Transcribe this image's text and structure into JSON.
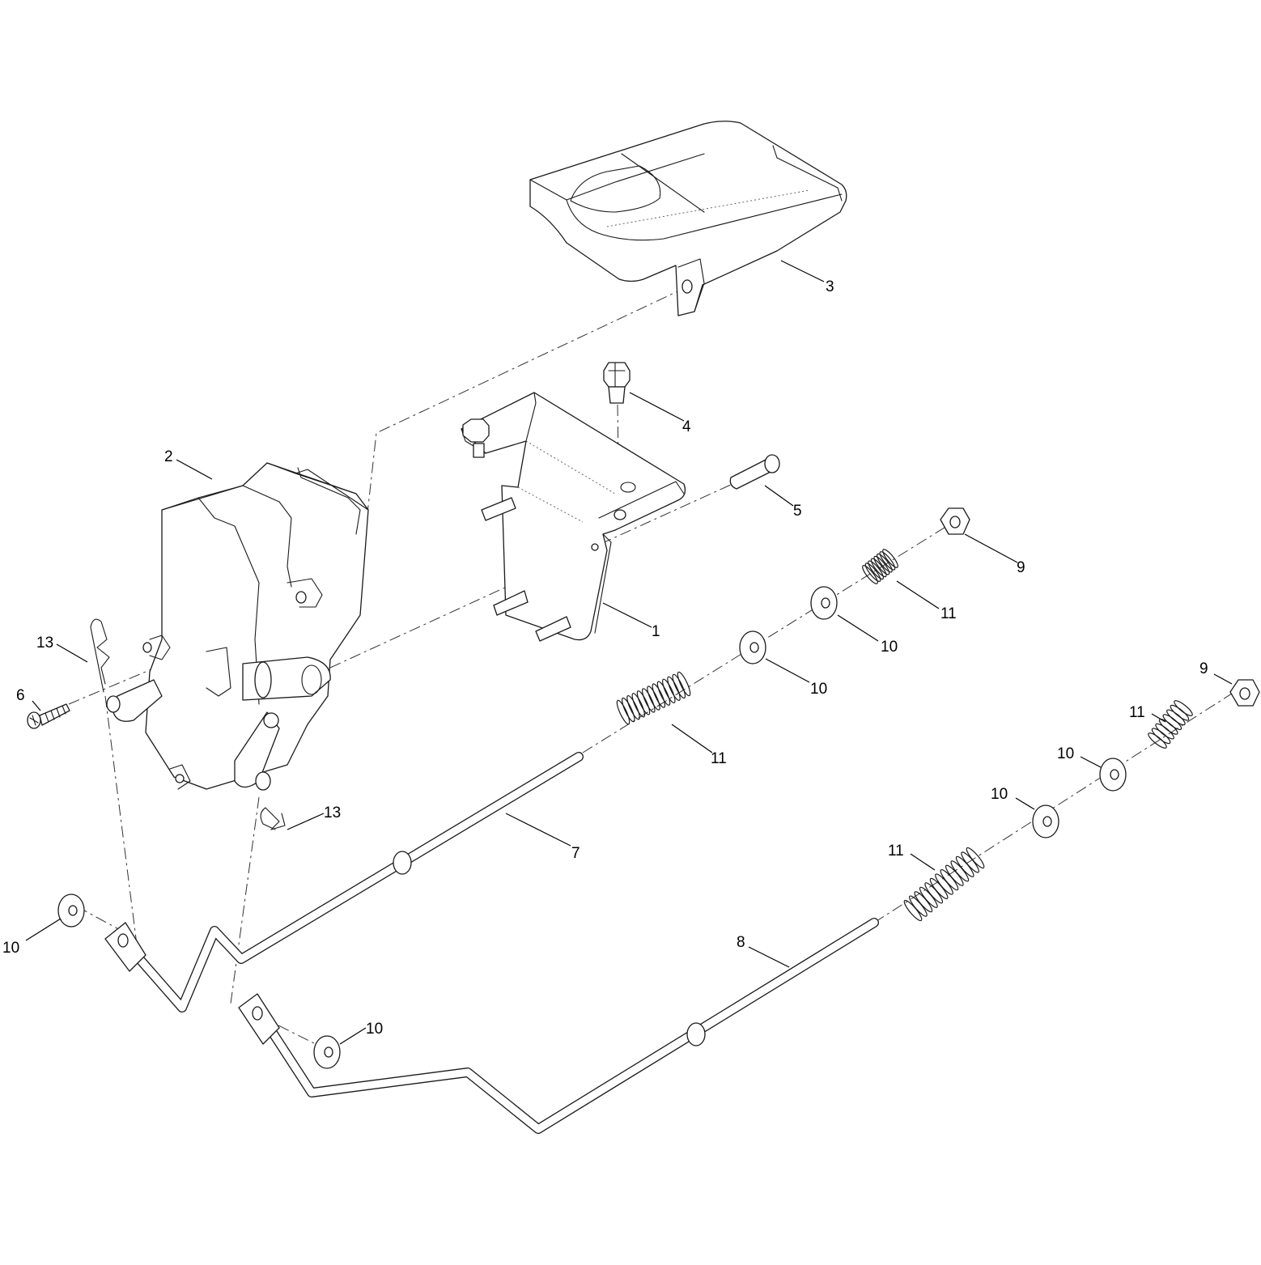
{
  "callouts": [
    {
      "id": "c1",
      "label": "1"
    },
    {
      "id": "c2",
      "label": "2"
    },
    {
      "id": "c3",
      "label": "3"
    },
    {
      "id": "c4",
      "label": "4"
    },
    {
      "id": "c5",
      "label": "5"
    },
    {
      "id": "c6",
      "label": "6"
    },
    {
      "id": "c7",
      "label": "7"
    },
    {
      "id": "c8",
      "label": "8"
    },
    {
      "id": "c9a",
      "label": "9"
    },
    {
      "id": "c9b",
      "label": "9"
    },
    {
      "id": "c10a",
      "label": "10"
    },
    {
      "id": "c10b",
      "label": "10"
    },
    {
      "id": "c10c",
      "label": "10"
    },
    {
      "id": "c10d",
      "label": "10"
    },
    {
      "id": "c10e",
      "label": "10"
    },
    {
      "id": "c10f",
      "label": "10"
    },
    {
      "id": "c11a",
      "label": "11"
    },
    {
      "id": "c11b",
      "label": "11"
    },
    {
      "id": "c11c",
      "label": "11"
    },
    {
      "id": "c11d",
      "label": "11"
    },
    {
      "id": "c13a",
      "label": "13"
    },
    {
      "id": "c13b",
      "label": "13"
    }
  ]
}
